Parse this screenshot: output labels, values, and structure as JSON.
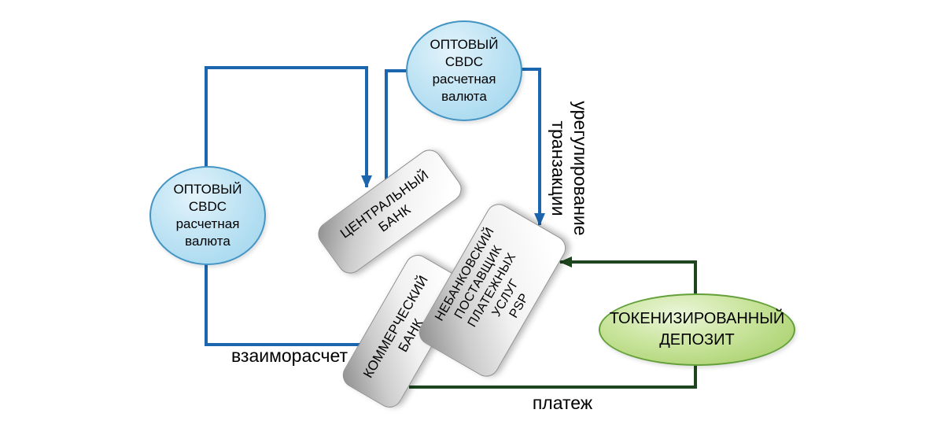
{
  "nodes": {
    "cbdc_top": {
      "label": "ОПТОВЫЙ\nCBDC\nрасчетная\nвалюта"
    },
    "cbdc_left": {
      "label": "ОПТОВЫЙ\nCBDC\nрасчетная\nвалюта"
    },
    "central_bank": {
      "label": "ЦЕНТРАЛЬНЫЙ\nБАНК"
    },
    "commercial_bank": {
      "label": "КОММЕРЧЕСКИЙ\nБАНК"
    },
    "psp": {
      "label": "НЕБАНКОВСКИЙ\nПОСТАВЩИК\nПЛАТЕЖНЫХ\nУСЛУГ\nPSP"
    },
    "tokenized_deposit": {
      "label": "ТОКЕНИЗИРОВАННЫЙ\nДЕПОЗИТ"
    }
  },
  "labels": {
    "transaction_settlement": "урегулирование\nтранзакции",
    "mutual_settlement": "взаиморасчет",
    "payment": "платеж"
  },
  "colors": {
    "cbdc_flow": "#1b66ae",
    "deposit_flow": "#1d461f",
    "blue_ellipse_border": "#4494c4",
    "green_ellipse_border": "#63a039"
  }
}
